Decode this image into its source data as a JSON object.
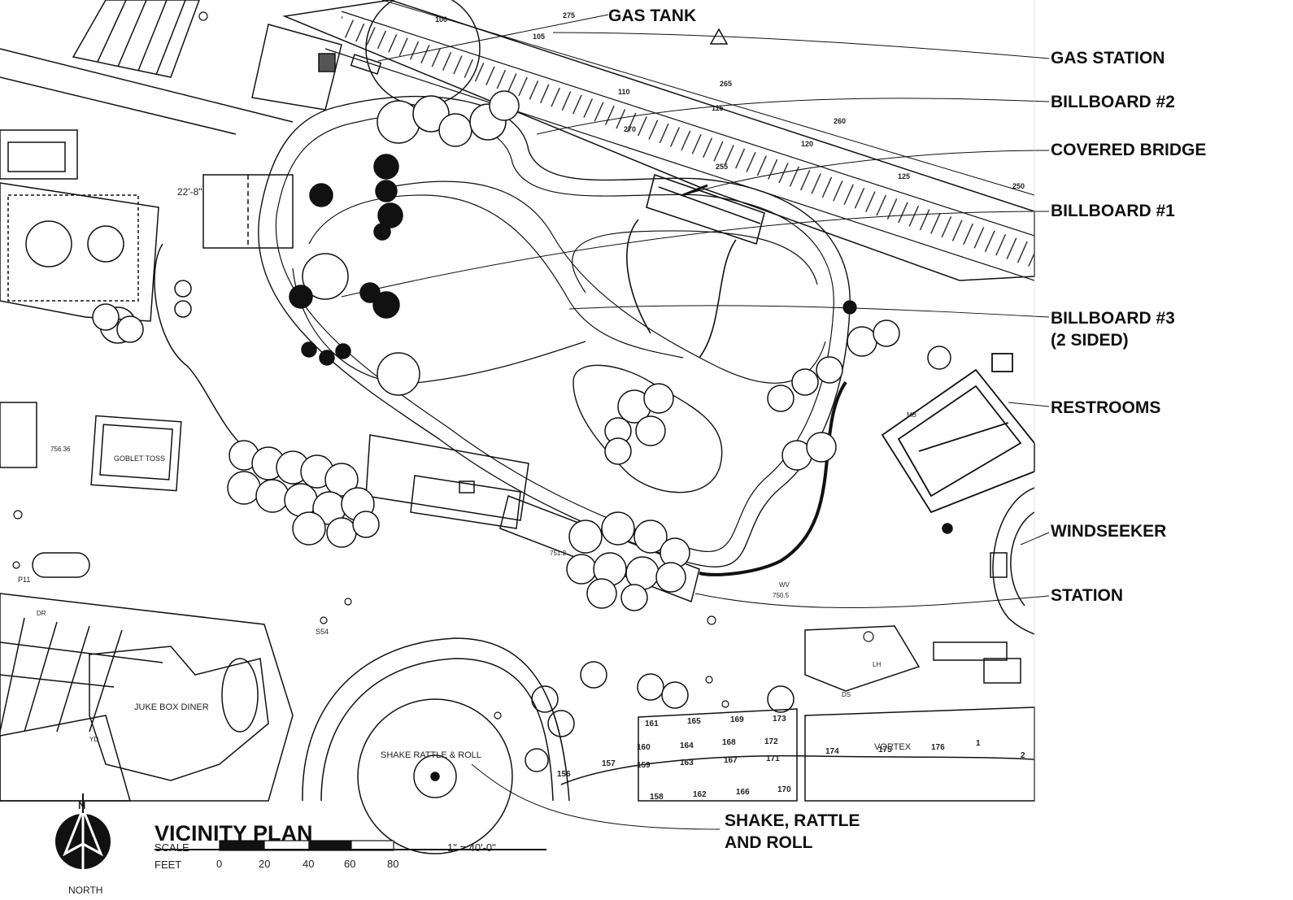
{
  "callouts": {
    "gas_tank": "GAS TANK",
    "gas_station": "GAS STATION",
    "billboard_2": "BILLBOARD #2",
    "covered_bridge": "COVERED BRIDGE",
    "billboard_1": "BILLBOARD #1",
    "billboard_3_line1": "BILLBOARD #3",
    "billboard_3_line2": "(2 SIDED)",
    "restrooms": "RESTROOMS",
    "windseeker": "WINDSEEKER",
    "station": "STATION",
    "shake_line1": "SHAKE, RATTLE",
    "shake_line2": "AND ROLL"
  },
  "plan_labels": {
    "goblet_toss": "GOBLET TOSS",
    "shake_rattle_roll": "SHAKE RATTLE & ROLL",
    "juke_box_diner": "JUKE BOX DINER",
    "vortex": "VORTEX",
    "dimension": "22'-8\"",
    "p11": "P11",
    "s54": "S54",
    "elev_a": "750.5",
    "elev_b": "751.2",
    "elev_c": "756.36",
    "mb": "MB",
    "dr": "DR",
    "wv": "WV",
    "lh": "LH",
    "ds": "DS",
    "yd": "YD"
  },
  "plan_numbers": {
    "track_top": [
      "275",
      "265",
      "260",
      "250",
      "270",
      "115",
      "120",
      "125",
      "110",
      "105",
      "100",
      "255"
    ],
    "footings": [
      "161",
      "165",
      "169",
      "173",
      "160",
      "164",
      "168",
      "172",
      "159",
      "163",
      "167",
      "171",
      "158",
      "162",
      "166",
      "170",
      "157",
      "156",
      "174",
      "175",
      "176",
      "1",
      "2"
    ]
  },
  "title": {
    "text": "VICINITY PLAN",
    "scale_label": "SCALE",
    "feet_label": "FEET",
    "ticks": [
      "0",
      "20",
      "40",
      "60",
      "80"
    ],
    "ratio": "1\" = 40'-0\""
  },
  "north_label": "NORTH",
  "colors": {
    "ink": "#111111",
    "paper": "#ffffff"
  }
}
